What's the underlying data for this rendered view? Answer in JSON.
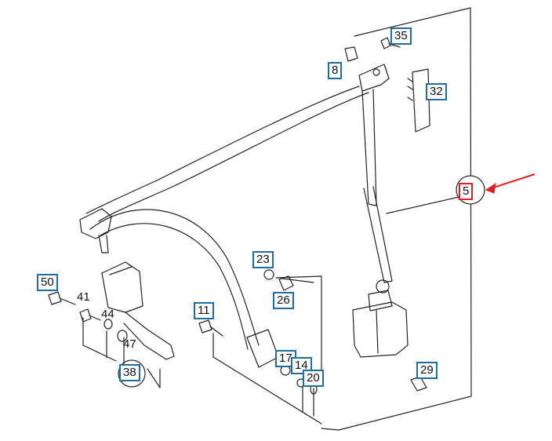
{
  "diagram": {
    "callouts": [
      {
        "id": "35",
        "text": "35",
        "boxed": true
      },
      {
        "id": "8",
        "text": "8",
        "boxed": true
      },
      {
        "id": "32",
        "text": "32",
        "boxed": true
      },
      {
        "id": "5",
        "text": "5",
        "boxed": true,
        "highlight": true
      },
      {
        "id": "23",
        "text": "23",
        "boxed": true
      },
      {
        "id": "26",
        "text": "26",
        "boxed": true
      },
      {
        "id": "50",
        "text": "50",
        "boxed": true
      },
      {
        "id": "41",
        "text": "41",
        "boxed": false
      },
      {
        "id": "44",
        "text": "44",
        "boxed": false
      },
      {
        "id": "47",
        "text": "47",
        "boxed": false
      },
      {
        "id": "38",
        "text": "38",
        "boxed": true
      },
      {
        "id": "11",
        "text": "11",
        "boxed": true
      },
      {
        "id": "17",
        "text": "17",
        "boxed": true
      },
      {
        "id": "14",
        "text": "14",
        "boxed": true
      },
      {
        "id": "20",
        "text": "20",
        "boxed": true
      },
      {
        "id": "29",
        "text": "29",
        "boxed": true
      }
    ],
    "colors": {
      "line": "#222222",
      "callout_border": "#1d6fa3",
      "highlight": "#e02020"
    }
  }
}
